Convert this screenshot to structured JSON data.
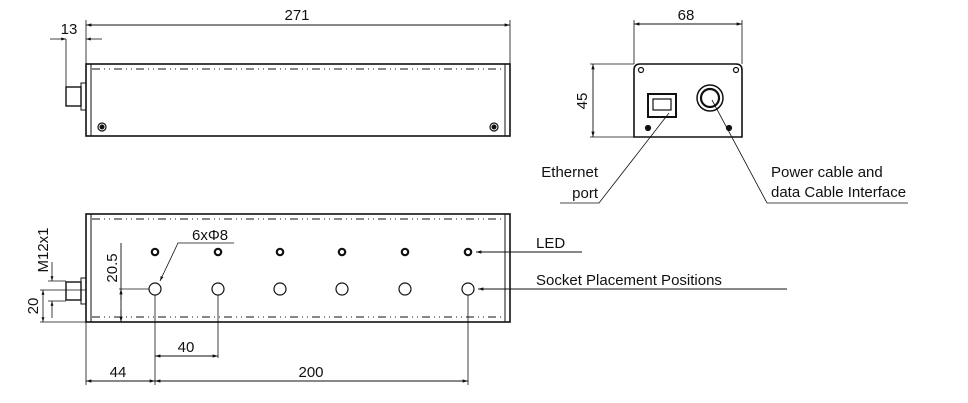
{
  "dimensions": {
    "top_length": "271",
    "connector_length": "13",
    "end_width": "68",
    "end_height": "45",
    "thread": "M12x1",
    "connector_offset": "20",
    "hole_height": "20.5",
    "hole_spec": "6xΦ8",
    "hole_pitch": "40",
    "first_hole_offset": "44",
    "hole_span": "200"
  },
  "labels": {
    "ethernet_line1": "Ethernet",
    "ethernet_line2": "port",
    "power_line1": "Power cable and",
    "power_line2": "data Cable Interface",
    "led": "LED",
    "socket": "Socket Placement Positions"
  }
}
